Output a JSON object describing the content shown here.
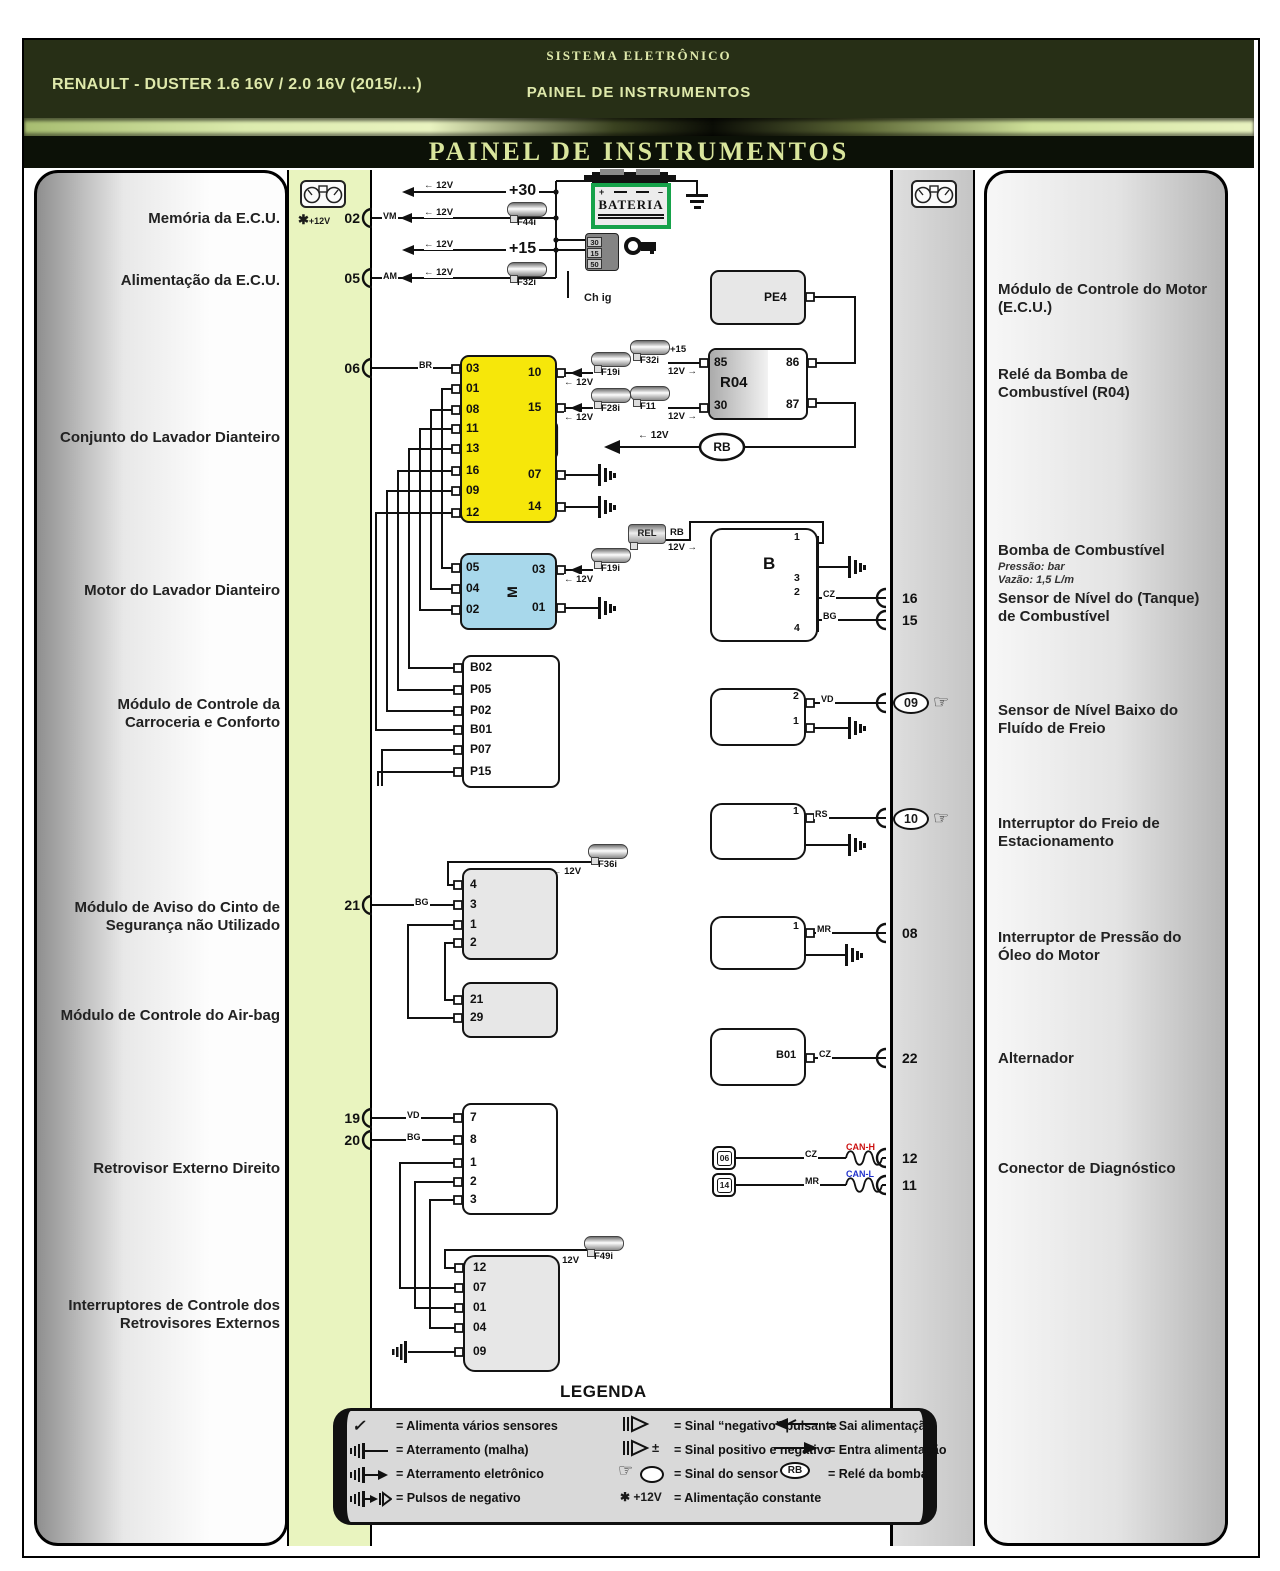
{
  "header": {
    "system": "SISTEMA ELETRÔNICO",
    "vehicle": "RENAULT - DUSTER 1.6 16V / 2.0 16V (2015/....)",
    "section": "PAINEL DE INSTRUMENTOS",
    "banner": "PAINEL DE INSTRUMENTOS"
  },
  "left_panel": {
    "labels": [
      "Memória da E.C.U.",
      "Alimentação da E.C.U.",
      "Conjunto do Lavador Dianteiro",
      "Motor do Lavador Dianteiro",
      "Módulo de Controle da Carroceria e Conforto",
      "Módulo de Aviso do Cinto de Segurança não Utilizado",
      "Módulo de Controle do Air-bag",
      "Retrovisor Externo Direito",
      "Interruptores de Controle dos Retrovisores Externos"
    ]
  },
  "right_panel": {
    "labels": [
      "Módulo de Controle do Motor (E.C.U.)",
      "Relé da Bomba de Combustível (R04)",
      "Bomba de Combustível",
      "Sensor de Nível do (Tanque) de Combustível",
      "Sensor de Nível Baixo do Fluído de Freio",
      "Interruptor do Freio de Estacionamento",
      "Interruptor de Pressão do Óleo do Motor",
      "Alternador",
      "Conector de Diagnóstico"
    ],
    "pump_pressure": "Pressão: bar",
    "pump_flow": "Vazão: 1,5 L/m"
  },
  "strip_left": {
    "star": "✱",
    "const_power": "+12V",
    "p02": "02",
    "p05": "05",
    "p06": "06",
    "p21": "21",
    "p19": "19",
    "p20": "20"
  },
  "strip_right": {
    "p16": "16",
    "p15": "15",
    "p08": "08",
    "p22": "22",
    "p12": "12",
    "p11": "11",
    "o09": "09",
    "o10": "10"
  },
  "power": {
    "plus30": "+30",
    "plus15": "+15",
    "out12": "← 12V",
    "in12": "12V →",
    "battery": "BATERIA",
    "plus": "+",
    "minus": "–",
    "ign": {
      "t30": "30",
      "t15": "15",
      "t50": "50",
      "label": "Ch ig"
    }
  },
  "fuses": {
    "f44i": "F44i",
    "f32i": "F32i",
    "f19i": "F19i",
    "f28i": "F28i",
    "f11": "F11",
    "f36i": "F36i",
    "f49i": "F49i"
  },
  "relays": {
    "r04": "R04",
    "p85": "85",
    "p86": "86",
    "p30": "30",
    "p87": "87",
    "pe4": "PE4",
    "rb": "RB",
    "rel": "REL"
  },
  "washer_unit": {
    "l": [
      "03",
      "01",
      "08",
      "11",
      "13",
      "16",
      "09",
      "12"
    ],
    "r": [
      "10",
      "15",
      "07",
      "14"
    ]
  },
  "washer_motor": {
    "l": [
      "05",
      "04",
      "02"
    ],
    "r03": "03",
    "r01": "01",
    "m": "M"
  },
  "bcm": {
    "pins": [
      "B02",
      "P05",
      "P02",
      "B01",
      "P07",
      "P15"
    ]
  },
  "seatbelt": {
    "pins": [
      "4",
      "3",
      "1",
      "2"
    ]
  },
  "airbag": {
    "pins": [
      "21",
      "29"
    ]
  },
  "fuel_pump": {
    "b": "B",
    "p1": "1",
    "p3": "3",
    "p2": "2",
    "p4": "4"
  },
  "brake_sensor": {
    "p2": "2",
    "p1": "1"
  },
  "parking": {
    "p1": "1"
  },
  "oil": {
    "p1": "1"
  },
  "alternator": {
    "b01": "B01"
  },
  "diag": {
    "c06": "06",
    "c14": "14",
    "can_h": "CAN-H",
    "can_l": "CAN-L"
  },
  "mirror": {
    "pins": [
      "7",
      "8",
      "1",
      "2",
      "3"
    ]
  },
  "mirror_sw": {
    "pins": [
      "12",
      "07",
      "01",
      "04",
      "09"
    ]
  },
  "wires": {
    "vm": "VM",
    "am": "AM",
    "br": "BR",
    "bg": "BG",
    "vd": "VD",
    "cz": "CZ",
    "mr": "MR",
    "rs": "RS"
  },
  "legend": {
    "title": "LEGENDA",
    "check": "✓",
    "star": "✱ +12V",
    "pm": "±",
    "rb": "RB",
    "hand": "☞",
    "c1": [
      "= Alimenta vários sensores",
      "= Aterramento (malha)",
      "= Aterramento eletrônico",
      "= Pulsos de negativo"
    ],
    "c2": [
      "= Sinal “negativo” pulsante",
      "= Sinal positivo e negativo",
      "= Sinal do sensor",
      "= Alimentação constante"
    ],
    "c3": [
      "= Sai alimentação",
      "= Entra alimentação",
      "= Relé da bomba"
    ]
  }
}
